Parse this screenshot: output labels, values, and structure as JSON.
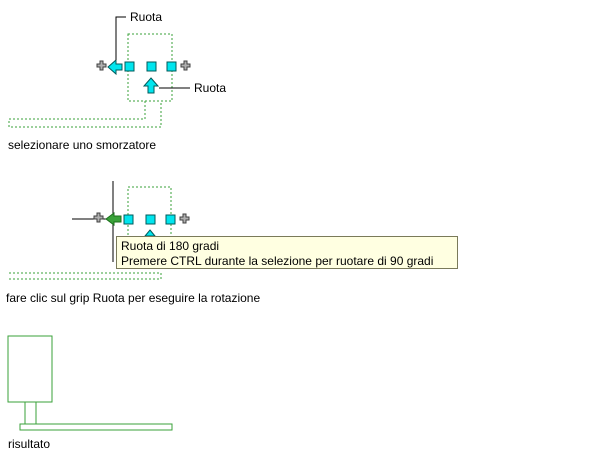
{
  "step1": {
    "label_top": "Ruota",
    "label_right": "Ruota",
    "caption": "selezionare uno smorzatore"
  },
  "step2": {
    "tooltip_line1": "Ruota di 180 gradi",
    "tooltip_line2": "Premere CTRL durante la selezione per ruotare di 90 gradi",
    "caption": "fare clic sul grip Ruota per eseguire la rotazione"
  },
  "step3": {
    "caption": "risultato"
  },
  "colors": {
    "geometry": "#2f9e2f",
    "grip_fill": "#00e5ee",
    "grip_stroke": "#005a5a",
    "tooltip_bg": "#ffffe1"
  }
}
